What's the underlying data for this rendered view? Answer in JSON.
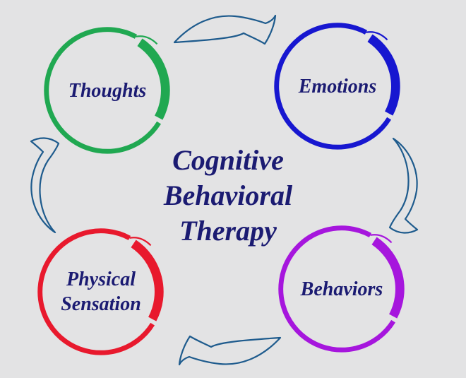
{
  "diagram": {
    "title": {
      "text": "Cognitive Behavioral Therapy",
      "lines": [
        "Cognitive",
        "Behavioral",
        "Therapy"
      ]
    },
    "nodes": [
      {
        "id": "thoughts",
        "label": "Thoughts",
        "color": "#20a851"
      },
      {
        "id": "emotions",
        "label": "Emotions",
        "color": "#1717d0"
      },
      {
        "id": "physical-sensation",
        "label": "Physical Sensation",
        "lines": [
          "Physical",
          "Sensation"
        ],
        "color": "#e8192d"
      },
      {
        "id": "behaviors",
        "label": "Behaviors",
        "color": "#a616dd"
      }
    ],
    "arrows": [
      {
        "id": "thoughts-to-emotions",
        "from": "Thoughts",
        "to": "Emotions",
        "position": "top",
        "icon": "swoosh-arrow-right-icon"
      },
      {
        "id": "emotions-to-behaviors",
        "from": "Emotions",
        "to": "Behaviors",
        "position": "right",
        "icon": "curve-arrow-down-icon"
      },
      {
        "id": "behaviors-to-physical-sensation",
        "from": "Behaviors",
        "to": "Physical Sensation",
        "position": "bottom",
        "icon": "swoosh-arrow-left-icon"
      },
      {
        "id": "physical-sensation-to-thoughts",
        "from": "Physical Sensation",
        "to": "Thoughts",
        "position": "left",
        "icon": "curve-arrow-up-icon"
      }
    ],
    "colors": {
      "background": "#e3e3e4",
      "arrow_outline": "#1e5b8d",
      "text": "#1b1b72"
    }
  }
}
